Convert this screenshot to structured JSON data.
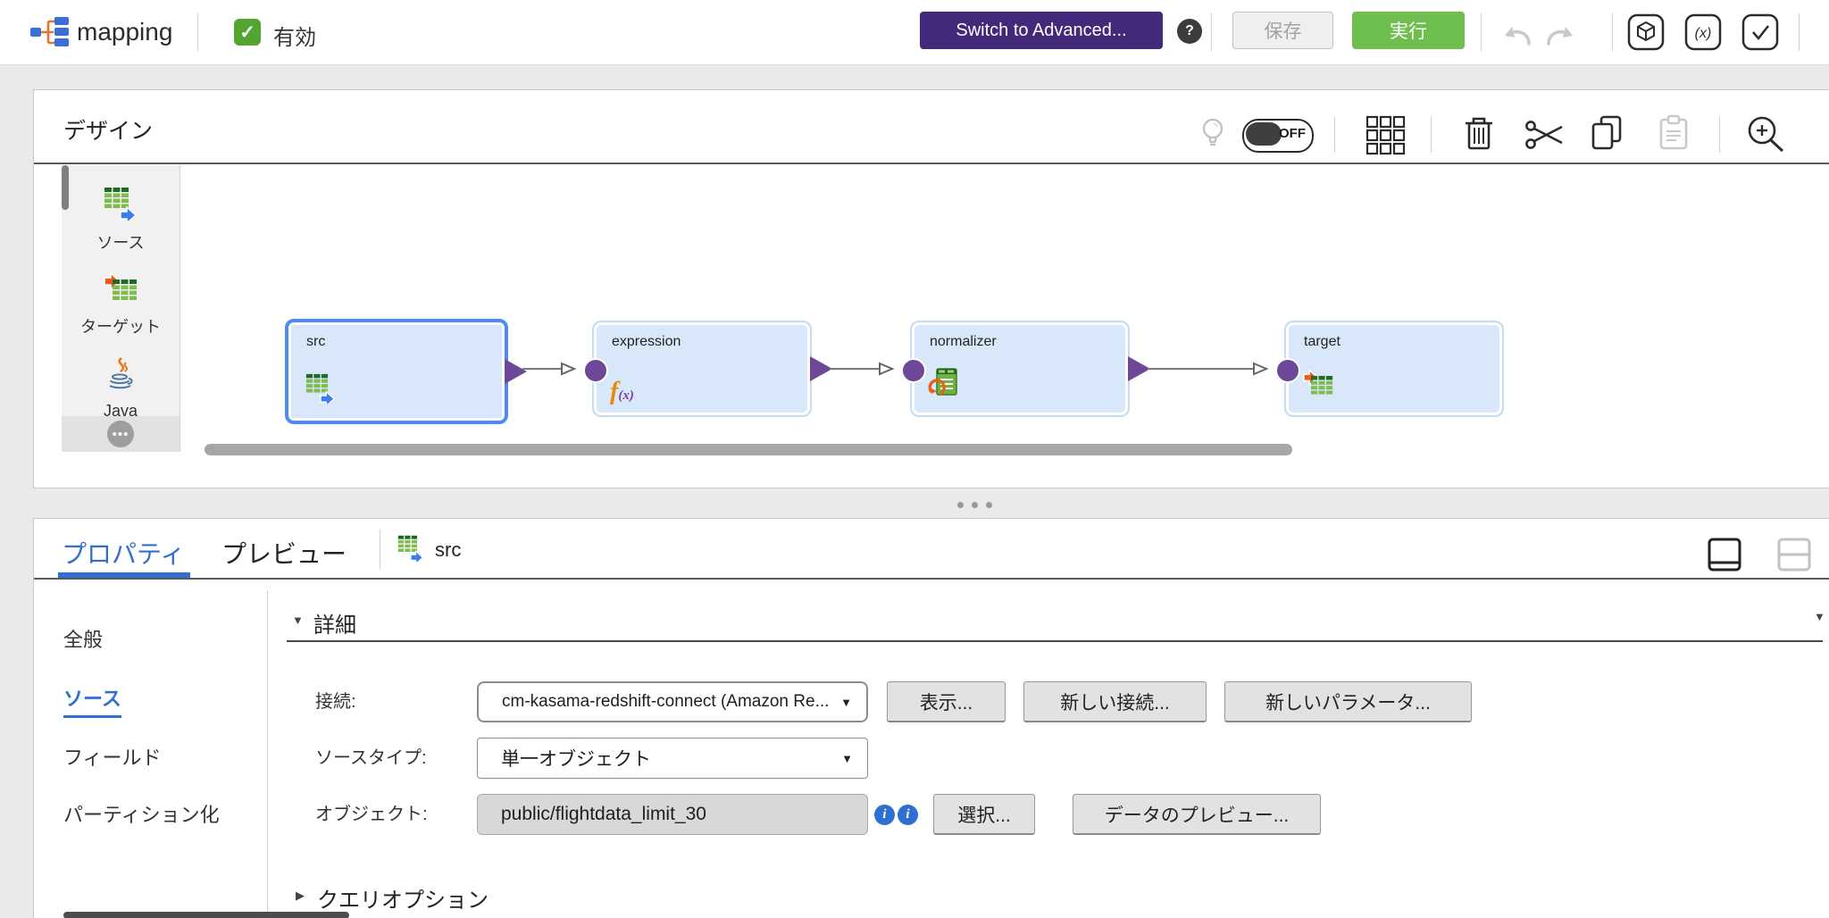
{
  "topbar": {
    "title": "mapping",
    "valid": {
      "label": "有効",
      "checked": true,
      "check_glyph": "✓"
    },
    "switch_advanced": "Switch to Advanced...",
    "help": "?",
    "save": "保存",
    "run": "実行"
  },
  "design": {
    "title": "デザイン",
    "toggle_label": "OFF",
    "palette_items": [
      {
        "label": "ソース",
        "icon": "source-icon"
      },
      {
        "label": "ターゲット",
        "icon": "target-icon"
      },
      {
        "label": "Java",
        "icon": "java-icon"
      }
    ],
    "nodes": [
      {
        "label": "src",
        "icon": "source-icon",
        "selected": true
      },
      {
        "label": "expression",
        "icon": "function-icon",
        "selected": false
      },
      {
        "label": "normalizer",
        "icon": "normalizer-icon",
        "selected": false
      },
      {
        "label": "target",
        "icon": "target-icon",
        "selected": false
      }
    ],
    "fx_glyph": {
      "f": "f",
      "x": "(x)"
    }
  },
  "properties": {
    "tabs": [
      {
        "label": "プロパティ",
        "active": true
      },
      {
        "label": "プレビュー",
        "active": false
      }
    ],
    "context": {
      "label": "src",
      "icon": "source-icon"
    },
    "nav": [
      {
        "label": "全般",
        "active": false
      },
      {
        "label": "ソース",
        "active": true
      },
      {
        "label": "フィールド",
        "active": false
      },
      {
        "label": "パーティション化",
        "active": false
      }
    ],
    "details_section": "詳細",
    "query_section": "クエリオプション",
    "fields": {
      "connection": {
        "label": "接続:",
        "value": "cm-kasama-redshift-connect (Amazon Re..."
      },
      "source_type": {
        "label": "ソースタイプ:",
        "value": "単一オブジェクト"
      },
      "object": {
        "label": "オブジェクト:",
        "value": "public/flightdata_limit_30"
      }
    },
    "buttons": {
      "show": "表示...",
      "new_connection": "新しい接続...",
      "new_parameter": "新しいパラメータ...",
      "select": "選択...",
      "data_preview": "データのプレビュー..."
    },
    "info_badge": "i"
  },
  "colors": {
    "accent_blue": "#2e6fd0",
    "run_green": "#6fbf4f",
    "valid_green": "#54a431",
    "advanced_purple": "#44287a",
    "node_fill": "#d9e7fa",
    "node_selected_border": "#4c8cf0",
    "port_purple": "#6d4899",
    "source_arrow_blue": "#3c7ef0",
    "target_arrow_orange": "#ea5b22"
  }
}
